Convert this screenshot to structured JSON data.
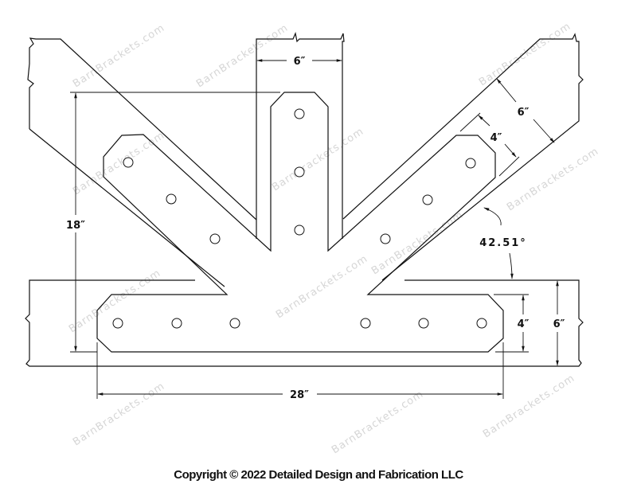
{
  "drawing": {
    "dimensions": {
      "post_width": "6″",
      "overall_height": "18″",
      "brace_width": "6″",
      "brace_plate_width": "4″",
      "brace_angle": "42.51°",
      "plate_width": "4″",
      "beam_width": "6″",
      "overall_length": "28″"
    },
    "watermark": "BarnBrackets.com"
  },
  "footer": {
    "copyright": "Copyright © 2022 Detailed Design and Fabrication LLC"
  }
}
